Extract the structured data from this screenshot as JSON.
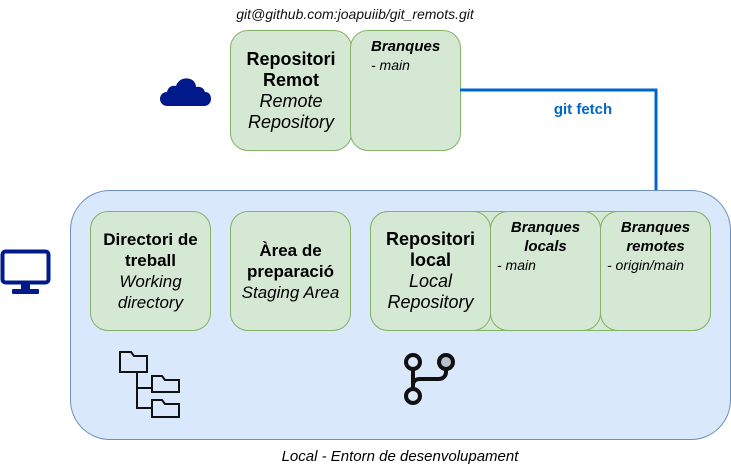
{
  "remote": {
    "url": "git@github.com:joapuiib/git_remots.git",
    "title_line1": "Repositori",
    "title_line2": "Remot",
    "subtitle_line1": "Remote",
    "subtitle_line2": "Repository",
    "branches": {
      "title": "Branques",
      "items": [
        "- main"
      ]
    }
  },
  "arrow": {
    "label": "git fetch",
    "color": "#0066cc"
  },
  "local": {
    "caption": "Local - Entorn de desenvolupament",
    "working_dir": {
      "title_line1": "Directori de",
      "title_line2": "treball",
      "subtitle_line1": "Working",
      "subtitle_line2": "directory"
    },
    "staging": {
      "title_line1": "Àrea de",
      "title_line2": "preparació",
      "subtitle": "Staging Area"
    },
    "repository": {
      "title_line1": "Repositori",
      "title_line2": "local",
      "subtitle_line1": "Local",
      "subtitle_line2": "Repository"
    },
    "local_branches": {
      "title_line1": "Branques",
      "title_line2": "locals",
      "items": [
        "- main"
      ]
    },
    "remote_branches": {
      "title_line1": "Branques",
      "title_line2": "remotes",
      "items": [
        "- origin/main"
      ]
    }
  },
  "colors": {
    "box_fill": "#d5e8d4",
    "box_stroke": "#82b366",
    "env_fill": "#dae8fc",
    "env_stroke": "#6c8ebf",
    "icon_blue": "#001a8c"
  },
  "icons": {
    "cloud": "cloud-icon",
    "computer": "monitor-icon",
    "folder_tree": "folder-tree-icon",
    "git_branch": "git-branch-icon"
  }
}
